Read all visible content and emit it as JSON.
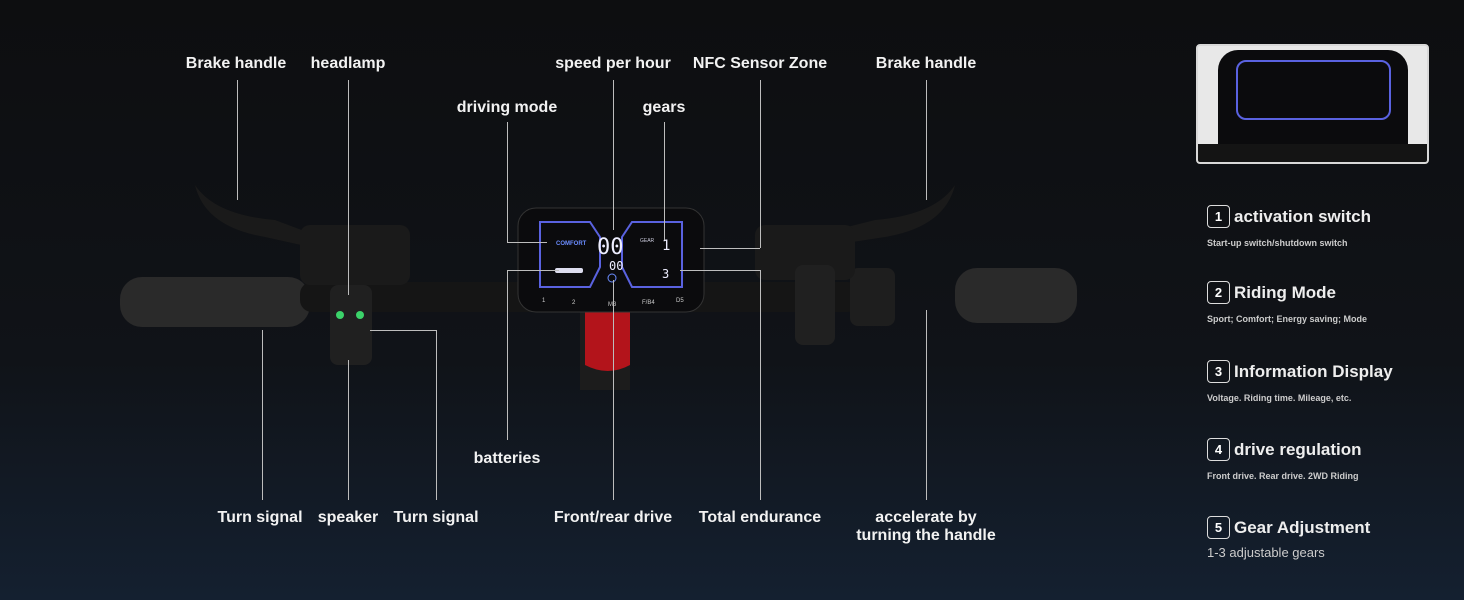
{
  "labels": {
    "brake_left": "Brake handle",
    "headlamp": "headlamp",
    "speed": "speed per hour",
    "nfc": "NFC Sensor Zone",
    "brake_right": "Brake handle",
    "driving_mode": "driving mode",
    "gears": "gears",
    "batteries": "batteries",
    "turn_left": "Turn signal",
    "speaker": "speaker",
    "turn_right": "Turn signal",
    "front_rear": "Front/rear drive",
    "endurance": "Total endurance",
    "accelerate_1": "accelerate by",
    "accelerate_2": "turning the handle"
  },
  "display": {
    "mode": "COMFORT",
    "speed": "00",
    "time": "00",
    "gear_label": "GEAR",
    "gear": "1",
    "range": "3",
    "buttons": [
      "1",
      "2",
      "M3",
      "F/B4",
      "D5"
    ]
  },
  "features": [
    {
      "n": "1",
      "title": "activation switch",
      "desc": "Start-up switch/shutdown switch"
    },
    {
      "n": "2",
      "title": "Riding Mode",
      "desc": "Sport; Comfort; Energy saving; Mode"
    },
    {
      "n": "3",
      "title": "Information Display",
      "desc": "Voltage. Riding time. Mileage, etc."
    },
    {
      "n": "4",
      "title": "drive regulation",
      "desc": "Front drive. Rear drive. 2WD Riding"
    },
    {
      "n": "5",
      "title": "Gear Adjustment",
      "desc": "1-3 adjustable gears"
    }
  ]
}
